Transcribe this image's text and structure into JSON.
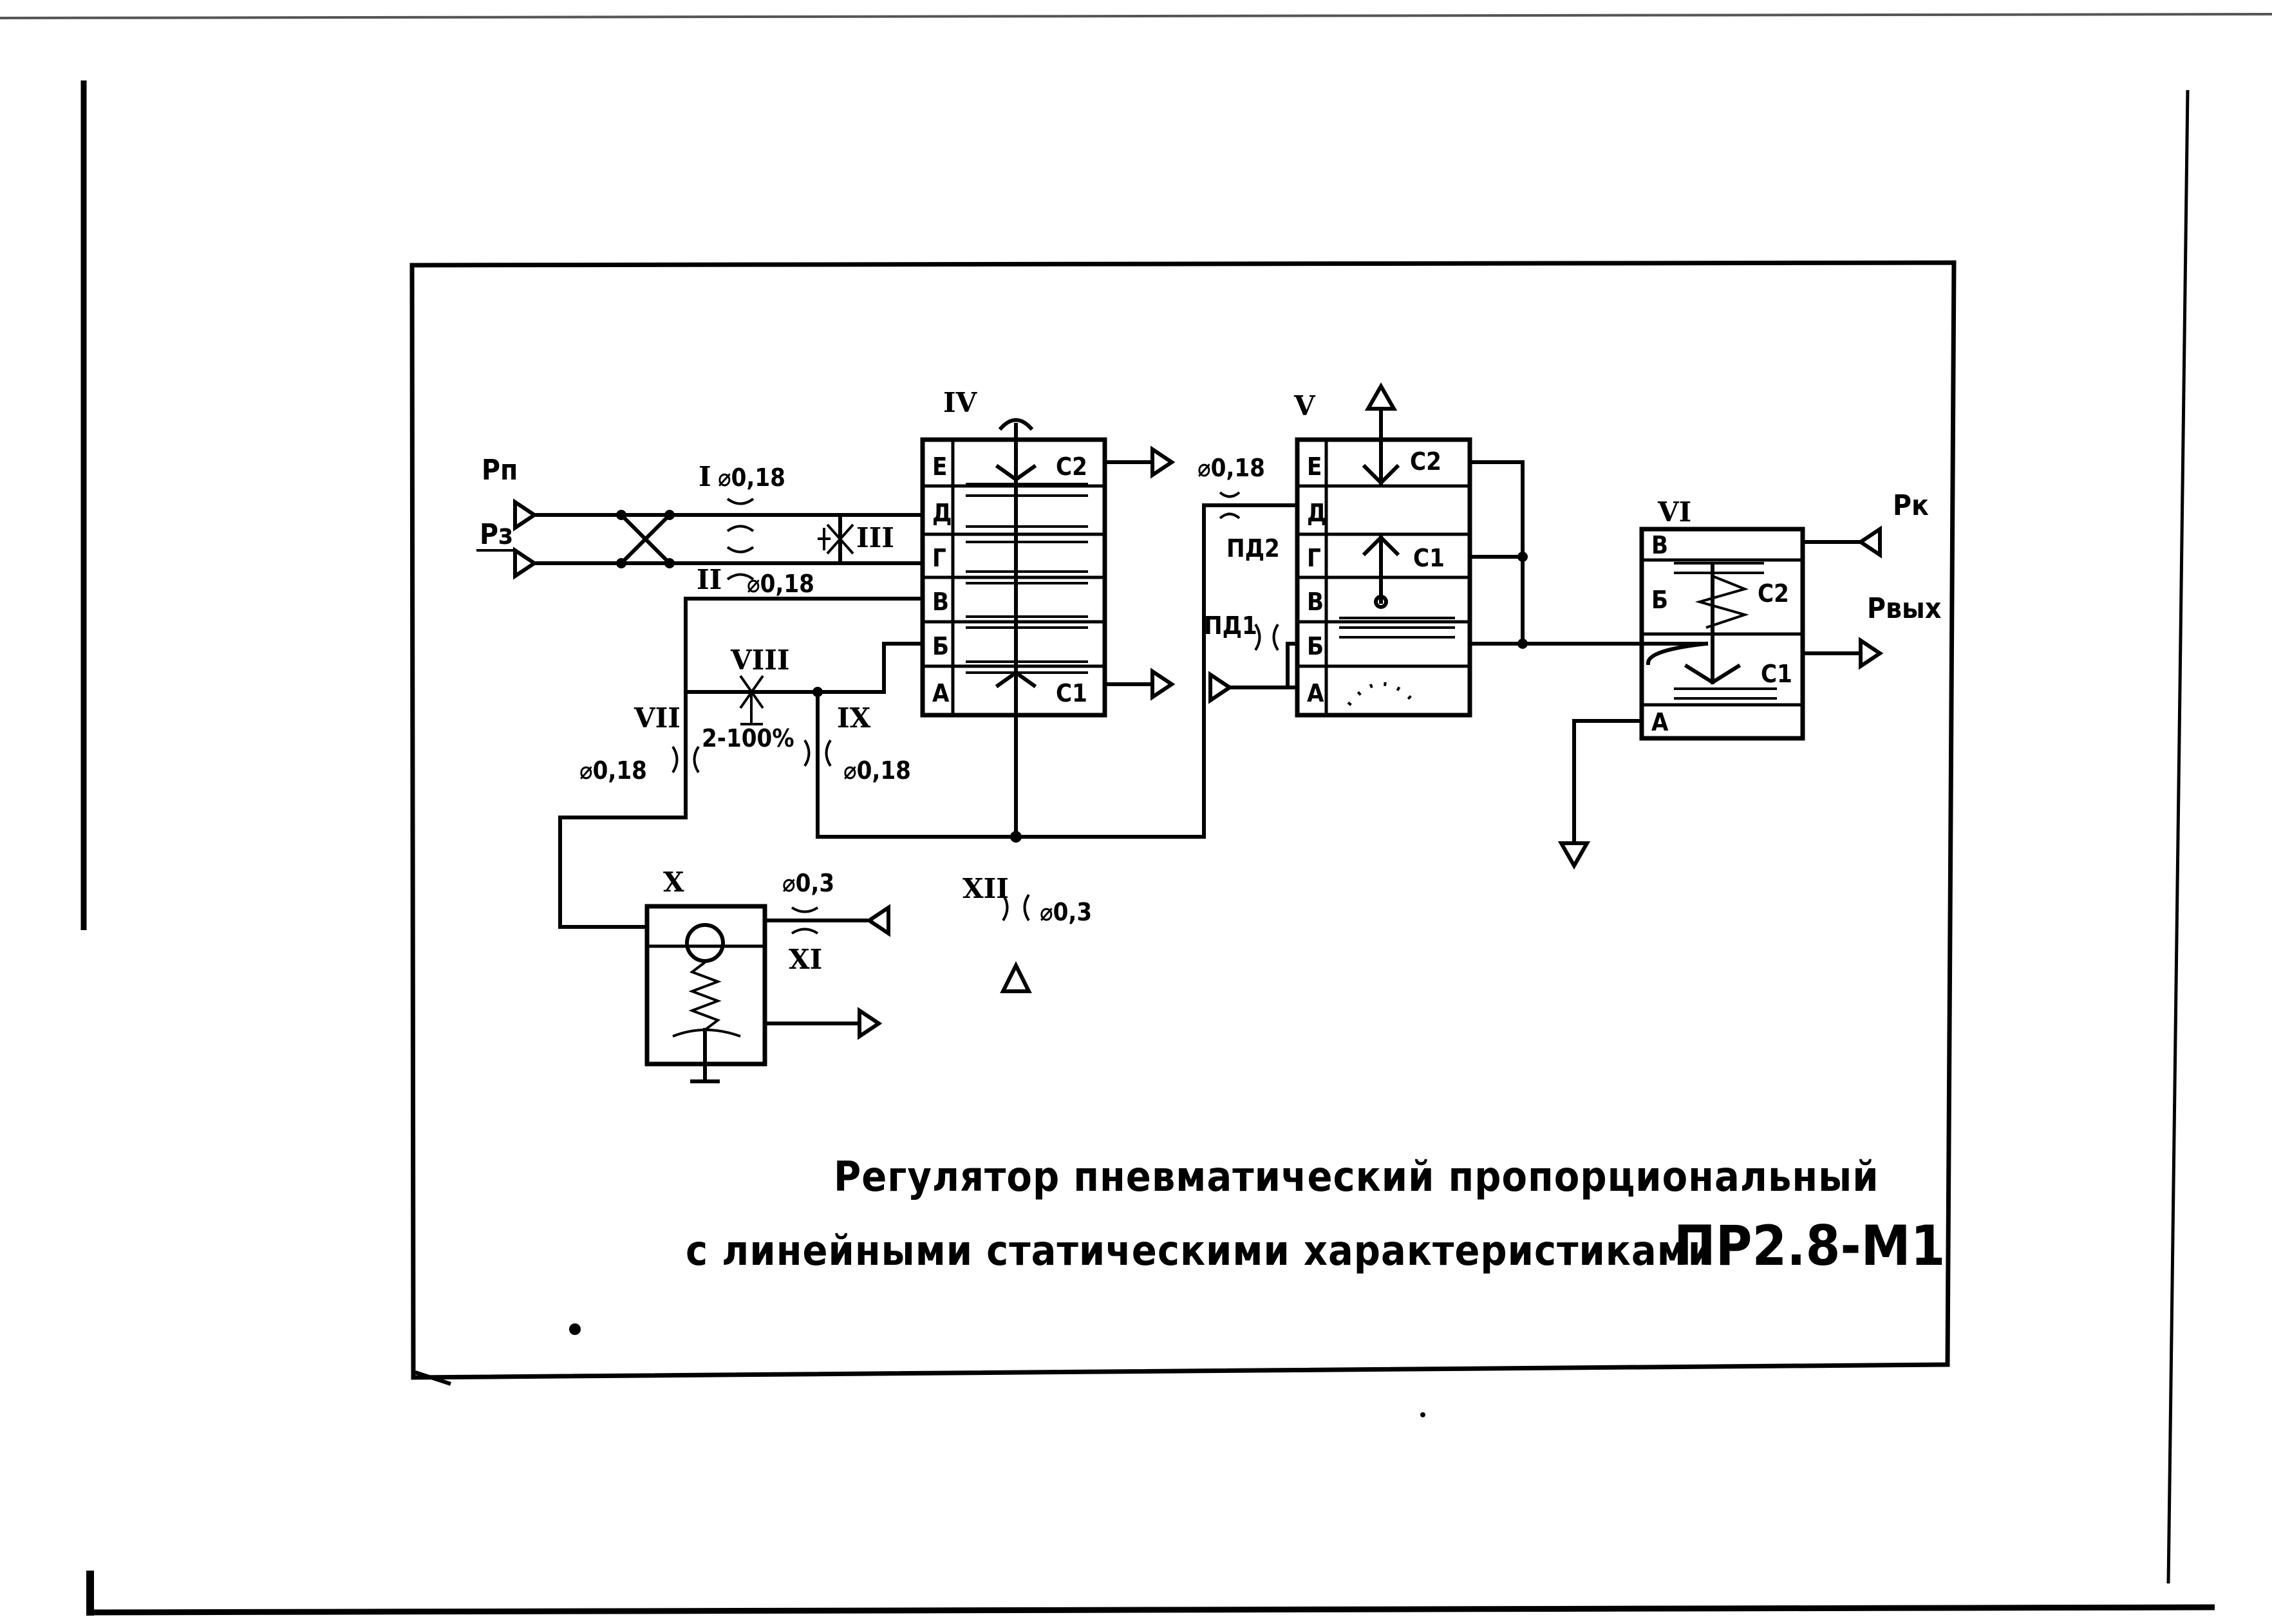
{
  "title": {
    "line1": "Регулятор пневматический пропорциональный",
    "line2": "с линейными статическими характеристиками",
    "model": "ПР2.8-М1"
  },
  "signals": {
    "p_n": "Pп",
    "p_z": "Pз",
    "p_k": "Pк",
    "p_out": "Pвых"
  },
  "elements": {
    "i": "I",
    "ii": "II",
    "iii": "III",
    "iv": "IV",
    "v": "V",
    "vi": "VI",
    "vii": "VII",
    "viii": "VIII",
    "ix": "IX",
    "x": "X",
    "xi": "XI",
    "xii": "XII"
  },
  "diameters": {
    "i": "⌀0,18",
    "ii": "⌀0,18",
    "vii": "⌀0,18",
    "ix": "⌀0,18",
    "pd2": "⌀0,18",
    "xi": "⌀0,3",
    "xii": "⌀0,3"
  },
  "viii_range": "2-100%",
  "chambers_iv": [
    "Е",
    "Д",
    "Г",
    "В",
    "Б",
    "А"
  ],
  "chambers_v": [
    "Е",
    "Д",
    "Г",
    "В",
    "Б",
    "А"
  ],
  "chambers_vi": [
    "В",
    "Б",
    "А"
  ],
  "springs": {
    "iv_top": "C2",
    "iv_bottom": "C1",
    "v_top": "C2",
    "v_mid": "C1",
    "vi_top": "C2",
    "vi_bottom": "C1"
  },
  "throttles": {
    "pd2": "ПД2",
    "pd1": "ПД1"
  }
}
